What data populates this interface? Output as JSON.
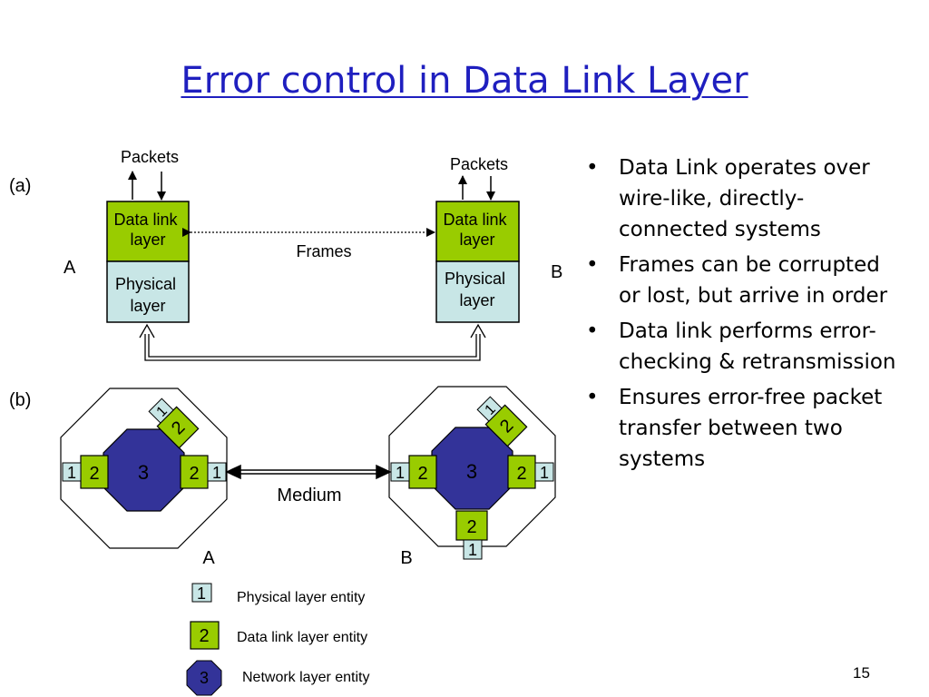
{
  "slide": {
    "title": "Error control in Data Link Layer",
    "page_number": "15"
  },
  "colors": {
    "title": "#1f1fbf",
    "data_link": "#99cc00",
    "physical": "#c8e6e6",
    "network": "#333399"
  },
  "diagram_a": {
    "panel_label": "(a)",
    "packets_a": "Packets",
    "packets_b": "Packets",
    "data_link_a": [
      "Data link",
      "layer"
    ],
    "physical_a": [
      "Physical",
      "layer"
    ],
    "data_link_b": [
      "Data link",
      "layer"
    ],
    "physical_b": [
      "Physical",
      "layer"
    ],
    "frames": "Frames",
    "node_a": "A",
    "node_b": "B"
  },
  "diagram_b": {
    "panel_label": "(b)",
    "medium": "Medium",
    "node_a": "A",
    "node_b": "B",
    "entity_phys": "1",
    "entity_dl": "2",
    "entity_net": "3"
  },
  "legend": {
    "physical_num": "1",
    "physical_label": "Physical layer entity",
    "data_link_num": "2",
    "data_link_label": "Data link layer entity",
    "network_num": "3",
    "network_label": "Network layer entity"
  },
  "bullets": [
    "Data Link operates over wire-like, directly-connected systems",
    "Frames can be corrupted or lost, but arrive in order",
    "Data link performs error-checking & retransmission",
    "Ensures error-free packet transfer between two systems"
  ]
}
